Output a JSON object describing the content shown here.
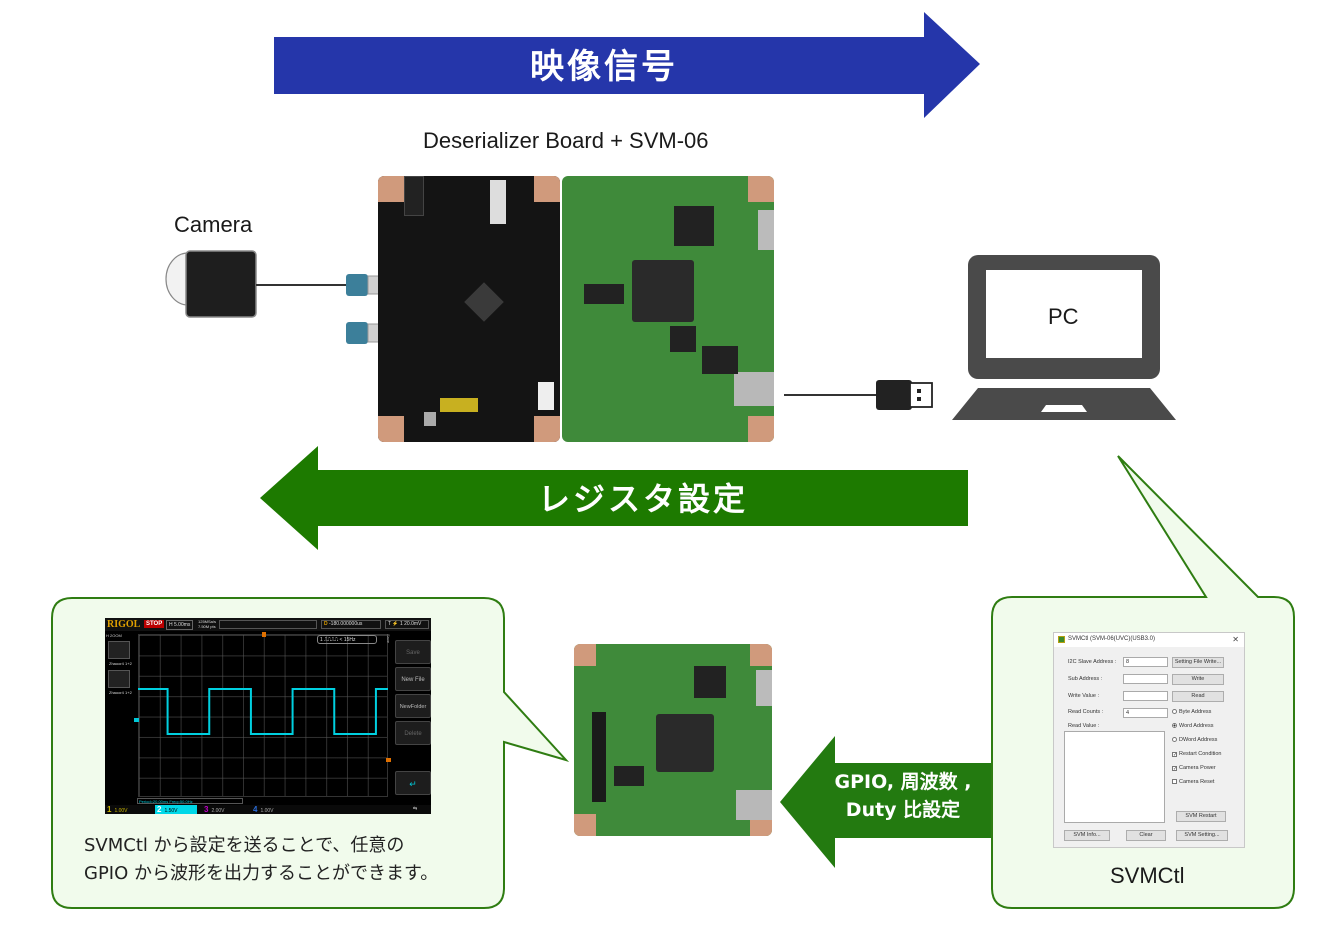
{
  "arrows": {
    "video_signal": {
      "label": "映像信号",
      "direction": "right",
      "color": "#2536aa"
    },
    "register_setting": {
      "label": "レジスタ設定",
      "direction": "left",
      "color": "#1d7a00"
    },
    "gpio_setting": {
      "line1": "GPIO, 周波数 ,",
      "line2": "Duty 比設定",
      "direction": "left",
      "color": "#1d7a00"
    }
  },
  "labels": {
    "board": "Deserializer Board + SVM-06",
    "camera": "Camera",
    "pc": "PC",
    "svmctl": "SVMCtl"
  },
  "colors": {
    "callout_fill": "#f1fbec",
    "callout_border": "#2f7d12",
    "pc_gray": "#4a4a4a"
  },
  "callout_left": {
    "line1": "SVMCtl から設定を送ることで、任意の",
    "line2": "GPIO から波形を出力することができます。"
  },
  "oscilloscope": {
    "brand": "RIGOL",
    "run_state": "STOP",
    "timebase": "H  5.00ms",
    "sample_rate": [
      "125MSa/s",
      "7.50M pts"
    ],
    "delay": "-180.000000us",
    "trigger": "T  ⚡ 1  20.0mV",
    "horizontal_mode": "H 2OOM",
    "freq_counter": "1 ⎍⎍⎍⎍ < 15Hz",
    "measure": "Period=20.00ms      Freq=50.0Hz",
    "menu_title": "Save",
    "menu_buttons": [
      "Save",
      "New File",
      "NewFolder",
      "Delete",
      "↵"
    ],
    "math_labels": [
      "Zhaoor4 1+2",
      "Zhaoor4 1+2"
    ],
    "channels": [
      {
        "num": "1",
        "scale": "1.00V",
        "color": "#c8b400"
      },
      {
        "num": "2",
        "scale": "1.50V",
        "color": "#00d8e8"
      },
      {
        "num": "3",
        "scale": "2.00V",
        "color": "#c000c8"
      },
      {
        "num": "4",
        "scale": "1.00V",
        "color": "#2a6cd8"
      }
    ],
    "waveform": {
      "type": "square",
      "frequency_hz": 50,
      "period_ms": 20,
      "duty_percent": 50
    }
  },
  "svmctl_window": {
    "title": "SVMCtl (SVM-06(UVC)(USB3.0)",
    "close": "✕",
    "fields": [
      {
        "label": "I2C Slave Address :",
        "value": "8"
      },
      {
        "label": "Sub Address :",
        "value": ""
      },
      {
        "label": "Write Value :",
        "value": ""
      },
      {
        "label": "Read Counts :",
        "value": "4"
      }
    ],
    "read_value_label": "Read Value :",
    "buttons": {
      "setting_file_write": "Setting File Write...",
      "write": "Write",
      "read": "Read",
      "svm_restart": "SVM Restart",
      "svm_info": "SVM Info...",
      "clear": "Clear",
      "svm_setting": "SVM Setting..."
    },
    "address_modes": [
      {
        "label": "Byte Address",
        "selected": false
      },
      {
        "label": "Word Address",
        "selected": true
      },
      {
        "label": "DWord Address",
        "selected": false
      }
    ],
    "checkboxes": [
      {
        "label": "Restart Condition",
        "checked": true
      },
      {
        "label": "Camera Power",
        "checked": true
      },
      {
        "label": "Camera Reset",
        "checked": false
      }
    ]
  }
}
